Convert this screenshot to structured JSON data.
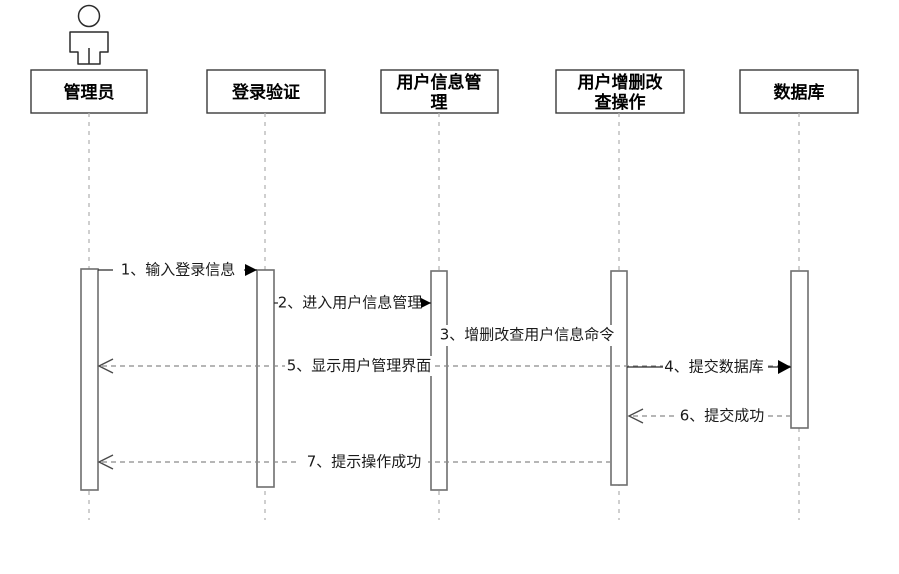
{
  "diagram": {
    "type": "uml-sequence-diagram",
    "background_color": "#ffffff",
    "box_border_color": "#3a3a3a",
    "activation_border_color": "#6e6e6e",
    "lifeline_color": "#b5b5b5",
    "solid_message_color": "#2b2b2b",
    "return_message_color": "#8a8a8a"
  },
  "participants": [
    {
      "id": "admin",
      "label_line1": "管理员",
      "label_line2": "",
      "has_actor_icon": true,
      "icon_name": "actor-person-icon"
    },
    {
      "id": "login-auth",
      "label_line1": "登录验证",
      "label_line2": "",
      "has_actor_icon": false,
      "icon_name": ""
    },
    {
      "id": "user-info-mgmt",
      "label_line1": "用户信息管",
      "label_line2": "理",
      "has_actor_icon": false,
      "icon_name": ""
    },
    {
      "id": "user-crud-ops",
      "label_line1": "用户增删改",
      "label_line2": "查操作",
      "has_actor_icon": false,
      "icon_name": ""
    },
    {
      "id": "database",
      "label_line1": "数据库",
      "label_line2": "",
      "has_actor_icon": false,
      "icon_name": ""
    }
  ],
  "messages": [
    {
      "number": "1",
      "label": "1、输入登录信息",
      "from": "admin",
      "to": "login-auth",
      "style": "solid",
      "arrow": "filled",
      "direction": "right"
    },
    {
      "number": "2",
      "label": "2、进入用户信息管理",
      "from": "login-auth",
      "to": "user-info-mgmt",
      "style": "solid",
      "arrow": "filled",
      "direction": "right"
    },
    {
      "number": "3",
      "label": "3、增删改查用户信息命令",
      "from": "user-info-mgmt",
      "to": "user-crud-ops",
      "style": "solid",
      "arrow": "none",
      "direction": "right"
    },
    {
      "number": "4",
      "label": "4、提交数据库",
      "from": "user-crud-ops",
      "to": "database",
      "style": "solid",
      "arrow": "filled",
      "direction": "right"
    },
    {
      "number": "5",
      "label": "5、显示用户管理界面",
      "from": "database",
      "to": "admin",
      "style": "dashed",
      "arrow": "open",
      "direction": "left"
    },
    {
      "number": "6",
      "label": "6、提交成功",
      "from": "database",
      "to": "user-crud-ops",
      "style": "dashed",
      "arrow": "open",
      "direction": "left"
    },
    {
      "number": "7",
      "label": "7、提示操作成功",
      "from": "user-crud-ops",
      "to": "admin",
      "style": "dashed",
      "arrow": "open",
      "direction": "left"
    }
  ]
}
